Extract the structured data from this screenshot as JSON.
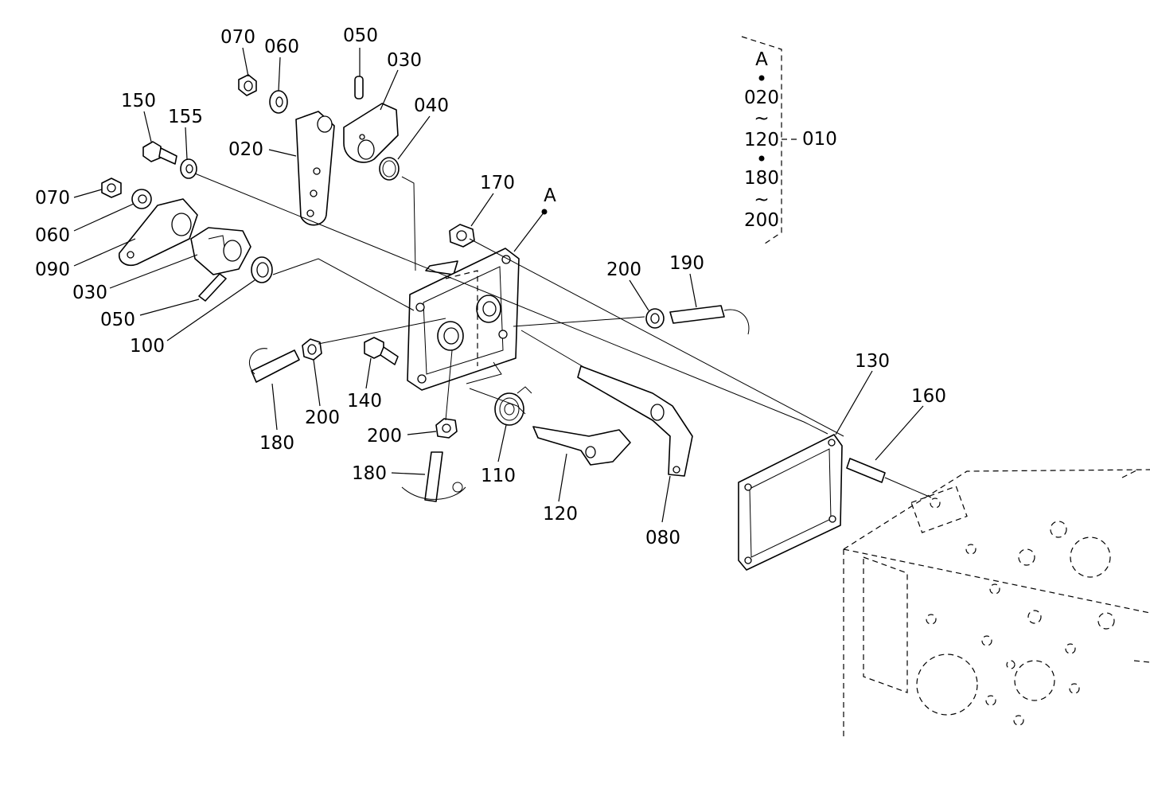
{
  "labels": {
    "p070a": "070",
    "p060a": "060",
    "p050a": "050",
    "p030a": "030",
    "p040": "040",
    "p150": "150",
    "p155": "155",
    "p020": "020",
    "p070b": "070",
    "p060b": "060",
    "p090": "090",
    "p030b": "030",
    "p050b": "050",
    "p100": "100",
    "p170": "170",
    "pA": "A",
    "p200a": "200",
    "p190": "190",
    "p180a": "180",
    "p200b": "200",
    "p140": "140",
    "p200c": "200",
    "p180b": "180",
    "p110": "110",
    "p120": "120",
    "p080": "080",
    "p130": "130",
    "p160": "160"
  },
  "assembly_note": {
    "header": "A",
    "range1_start": "020",
    "range1_end": "120",
    "assembly_part": "010",
    "range2_start": "180",
    "range2_end": "200",
    "tilde": "~"
  }
}
